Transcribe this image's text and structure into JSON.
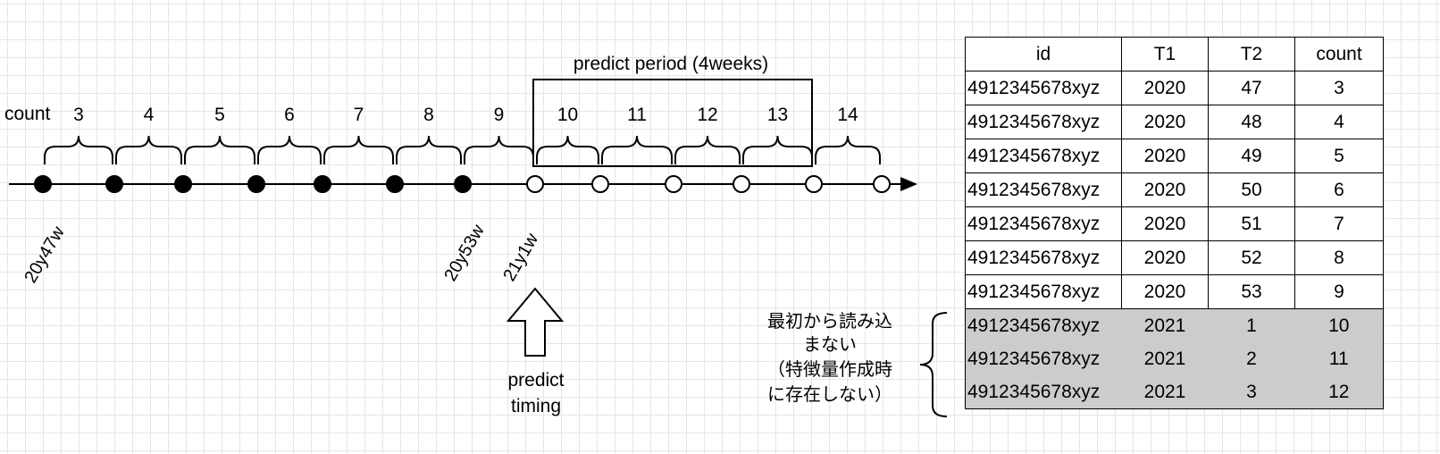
{
  "timeline": {
    "count_label": "count",
    "week_counts": [
      "3",
      "4",
      "5",
      "6",
      "7",
      "8",
      "9",
      "10",
      "11",
      "12",
      "13",
      "14"
    ],
    "predict_period_label": "predict period (4weeks)",
    "axis_labels": [
      "20y47w",
      "20y53w",
      "21y1w"
    ],
    "predict_timing_label": [
      "predict",
      "timing"
    ],
    "known_points": 7,
    "future_points": 6
  },
  "annotation": {
    "lines": [
      "最初から読み込",
      "まない",
      "（特徴量作成時",
      "に存在しない）"
    ]
  },
  "table": {
    "headers": [
      "id",
      "T1",
      "T2",
      "count"
    ],
    "rows": [
      [
        "4912345678xyz",
        "2020",
        "47",
        "3"
      ],
      [
        "4912345678xyz",
        "2020",
        "48",
        "4"
      ],
      [
        "4912345678xyz",
        "2020",
        "49",
        "5"
      ],
      [
        "4912345678xyz",
        "2020",
        "50",
        "6"
      ],
      [
        "4912345678xyz",
        "2020",
        "51",
        "7"
      ],
      [
        "4912345678xyz",
        "2020",
        "52",
        "8"
      ],
      [
        "4912345678xyz",
        "2020",
        "53",
        "9"
      ],
      [
        "4912345678xyz",
        "2021",
        "1",
        "10"
      ],
      [
        "4912345678xyz",
        "2021",
        "2",
        "11"
      ],
      [
        "4912345678xyz",
        "2021",
        "3",
        "12"
      ]
    ],
    "excluded_row_indices": [
      7,
      8,
      9
    ],
    "excluded_fill": "#cccccc"
  }
}
